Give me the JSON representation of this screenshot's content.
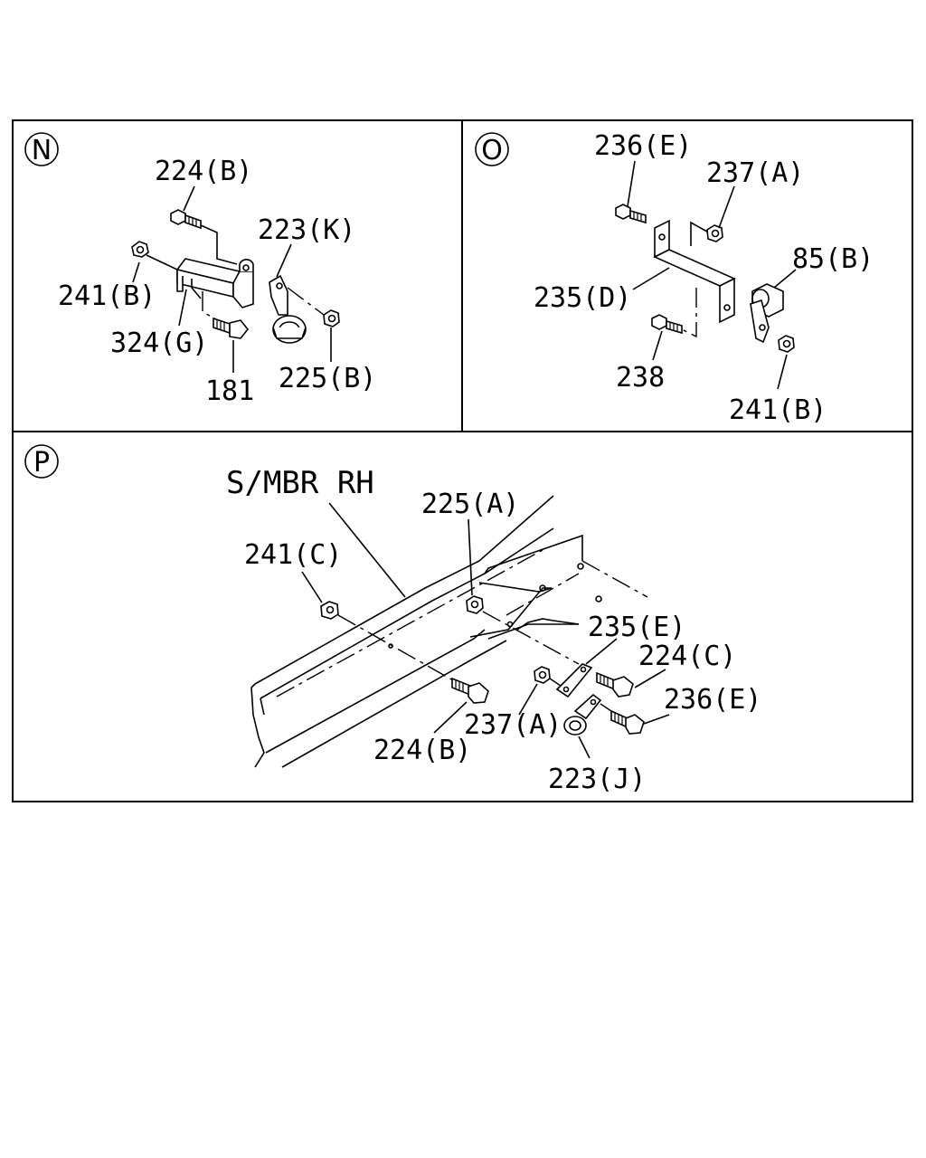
{
  "panels": {
    "n": {
      "marker": "N",
      "labels": {
        "l224b": "224(B)",
        "l223k": "223(K)",
        "l241b": "241(B)",
        "l324g": "324(G)",
        "l225b": "225(B)",
        "l181": "181"
      }
    },
    "o": {
      "marker": "O",
      "labels": {
        "l236e": "236(E)",
        "l237a": "237(A)",
        "l85b": "85(B)",
        "l235d": "235(D)",
        "l238": "238",
        "l241b": "241(B)"
      }
    },
    "p": {
      "marker": "P",
      "labels": {
        "smbr": "S/MBR RH",
        "l225a": "225(A)",
        "l241c": "241(C)",
        "l235e": "235(E)",
        "l224c": "224(C)",
        "l236e": "236(E)",
        "l237a": "237(A)",
        "l224b": "224(B)",
        "l223j": "223(J)"
      }
    }
  },
  "icons": {
    "part_shape": "hex-nut-icon, hex-bolt-icon, bracket-icon, pipe-clamp-icon, bushing-icon"
  }
}
